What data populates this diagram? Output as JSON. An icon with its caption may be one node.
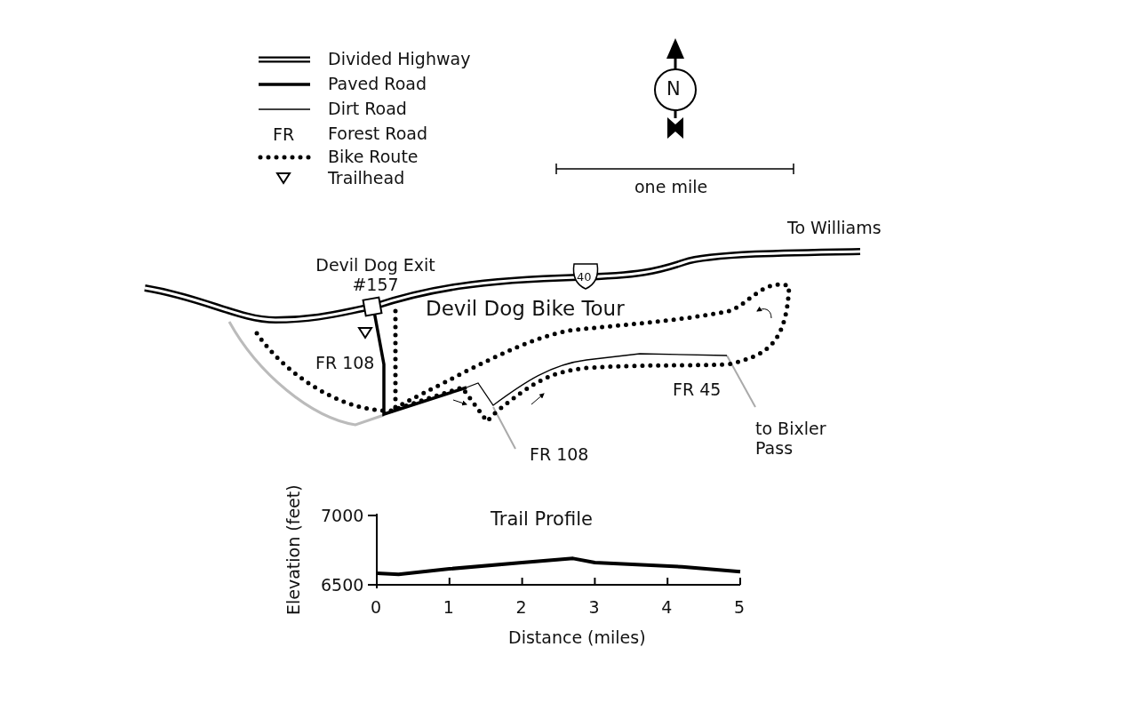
{
  "diagram": {
    "labels": [
      "FR",
      "N",
      "one mile",
      "To Williams",
      "Devil Dog Exit #157",
      "40",
      "Devil Dog Bike Tour",
      "FR 108",
      "FR 45",
      "FR 108",
      "to Bixler Pass"
    ],
    "legend": [
      {
        "text": "Divided Highway"
      },
      {
        "text": "Paved Road"
      },
      {
        "text": "Dirt Road"
      },
      {
        "text": "Forest Road"
      },
      {
        "text": "Bike Route"
      },
      {
        "text": "Trailhead"
      }
    ],
    "chart_data": {
      "type": "line",
      "title": "Trail Profile",
      "xlabel": "Distance (miles)",
      "ylabel": "Elevation (feet)",
      "x": [
        0,
        0.3,
        1,
        2,
        2.7,
        3,
        4.2,
        5
      ],
      "series": [
        {
          "values": [
            6583,
            6575,
            6615,
            6660,
            6690,
            6660,
            6630,
            6595
          ]
        }
      ],
      "xlim": [
        0,
        5
      ],
      "ylim": [
        6500,
        7000
      ],
      "xticks": [
        0,
        1,
        2,
        3,
        4,
        5
      ],
      "yticks": [
        6500,
        7000
      ]
    }
  }
}
